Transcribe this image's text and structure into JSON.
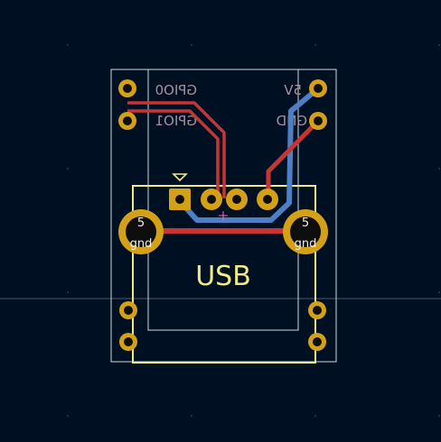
{
  "board": {
    "usb_label": "USB",
    "colors": {
      "background": "#001023",
      "edge_cuts": "#c2e0e3",
      "silkscreen": "#f2eb84",
      "back_silk": "#a88f9c",
      "copper_front": "#c83434",
      "copper_back": "#4d7fc4",
      "pad": "#d4a017",
      "via_hole": "#0e0e0e",
      "grid_cursor": "#8fa3b0",
      "marker": "#ff66cc"
    },
    "left_pins": [
      {
        "label": "GPIO0",
        "pad": "pad-gpio0"
      },
      {
        "label": "GPIO1",
        "pad": "pad-gpio1"
      }
    ],
    "right_pins": [
      {
        "label": "5V",
        "pad": "pad-5v"
      },
      {
        "label": "GND",
        "pad": "pad-gnd"
      }
    ],
    "mount_pads": [
      {
        "label": "5",
        "sub": "gnd"
      },
      {
        "label": "5",
        "sub": "gnd"
      }
    ]
  }
}
